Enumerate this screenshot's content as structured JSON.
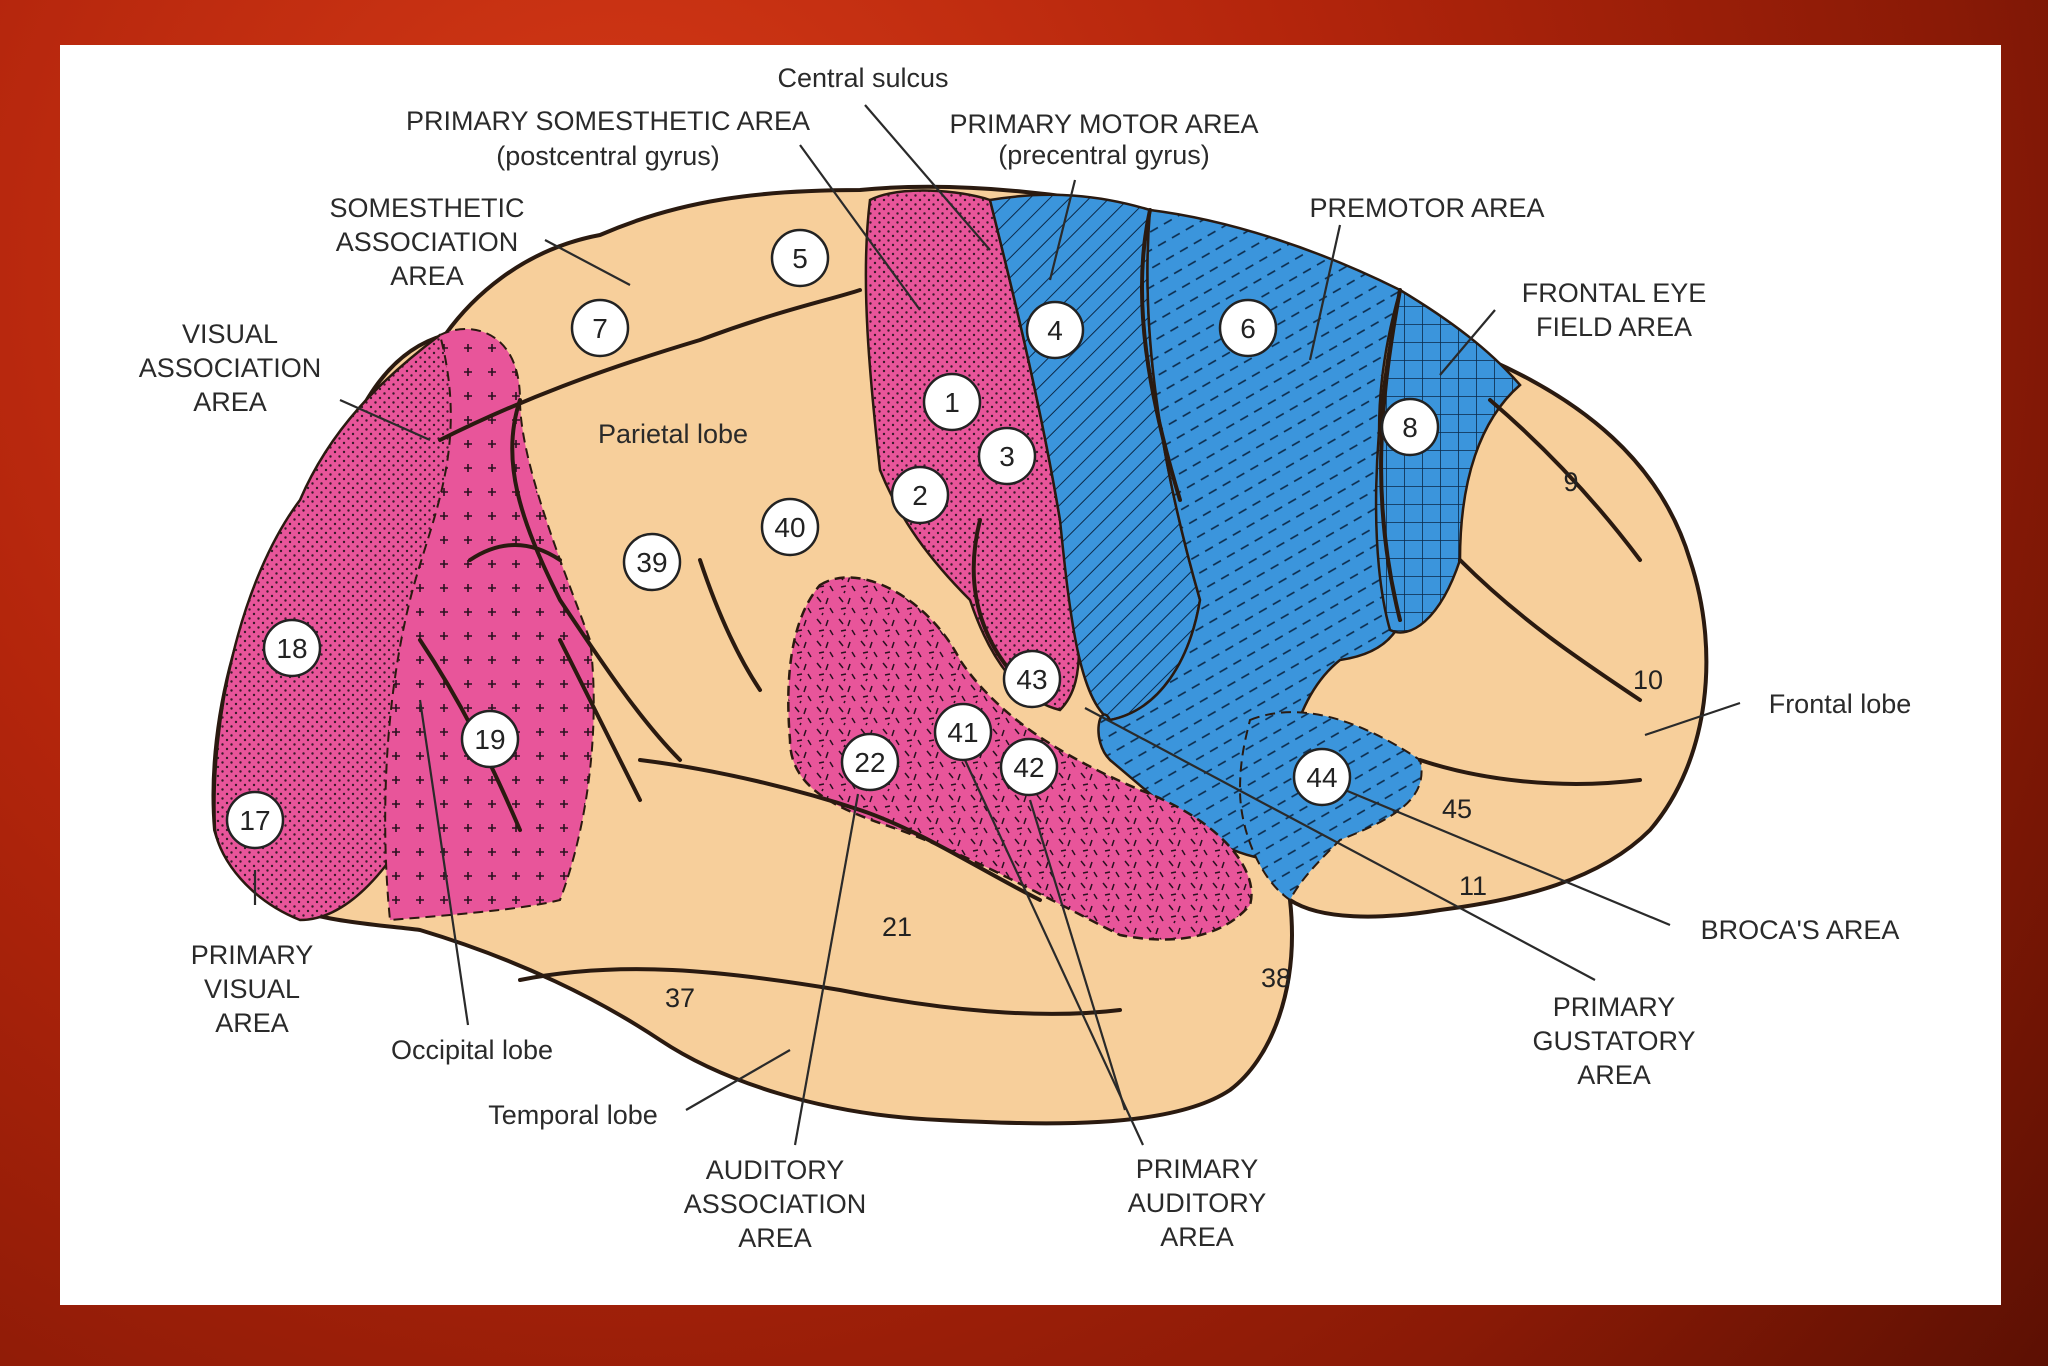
{
  "labels": {
    "central_sulcus": "Central sulcus",
    "somesthetic_1": "PRIMARY SOMESTHETIC AREA",
    "somesthetic_2": "(postcentral gyrus)",
    "motor_1": "PRIMARY MOTOR AREA",
    "motor_2": "(precentral gyrus)",
    "som_assoc_1": "SOMESTHETIC",
    "som_assoc_2": "ASSOCIATION",
    "som_assoc_3": "AREA",
    "premotor": "PREMOTOR AREA",
    "frontal_eye_1": "FRONTAL EYE",
    "frontal_eye_2": "FIELD AREA",
    "vis_assoc_1": "VISUAL",
    "vis_assoc_2": "ASSOCIATION",
    "vis_assoc_3": "AREA",
    "parietal": "Parietal lobe",
    "frontal": "Frontal lobe",
    "broca": "BROCA'S AREA",
    "gustatory_1": "PRIMARY",
    "gustatory_2": "GUSTATORY",
    "gustatory_3": "AREA",
    "prim_visual_1": "PRIMARY",
    "prim_visual_2": "VISUAL",
    "prim_visual_3": "AREA",
    "occipital": "Occipital lobe",
    "temporal": "Temporal lobe",
    "aud_assoc_1": "AUDITORY",
    "aud_assoc_2": "ASSOCIATION",
    "aud_assoc_3": "AREA",
    "prim_aud_1": "PRIMARY",
    "prim_aud_2": "AUDITORY",
    "prim_aud_3": "AREA"
  },
  "areas": {
    "a1": "1",
    "a2": "2",
    "a3": "3",
    "a4": "4",
    "a5": "5",
    "a6": "6",
    "a7": "7",
    "a8": "8",
    "a9": "9",
    "a10": "10",
    "a11": "11",
    "a17": "17",
    "a18": "18",
    "a19": "19",
    "a21": "21",
    "a22": "22",
    "a37": "37",
    "a38": "38",
    "a39": "39",
    "a40": "40",
    "a41": "41",
    "a42": "42",
    "a43": "43",
    "a44": "44",
    "a45": "45"
  },
  "colors": {
    "tan": "#f7cf9b",
    "pink": "#e8559a",
    "blue": "#3b95dc",
    "background": "#c02a0d"
  }
}
